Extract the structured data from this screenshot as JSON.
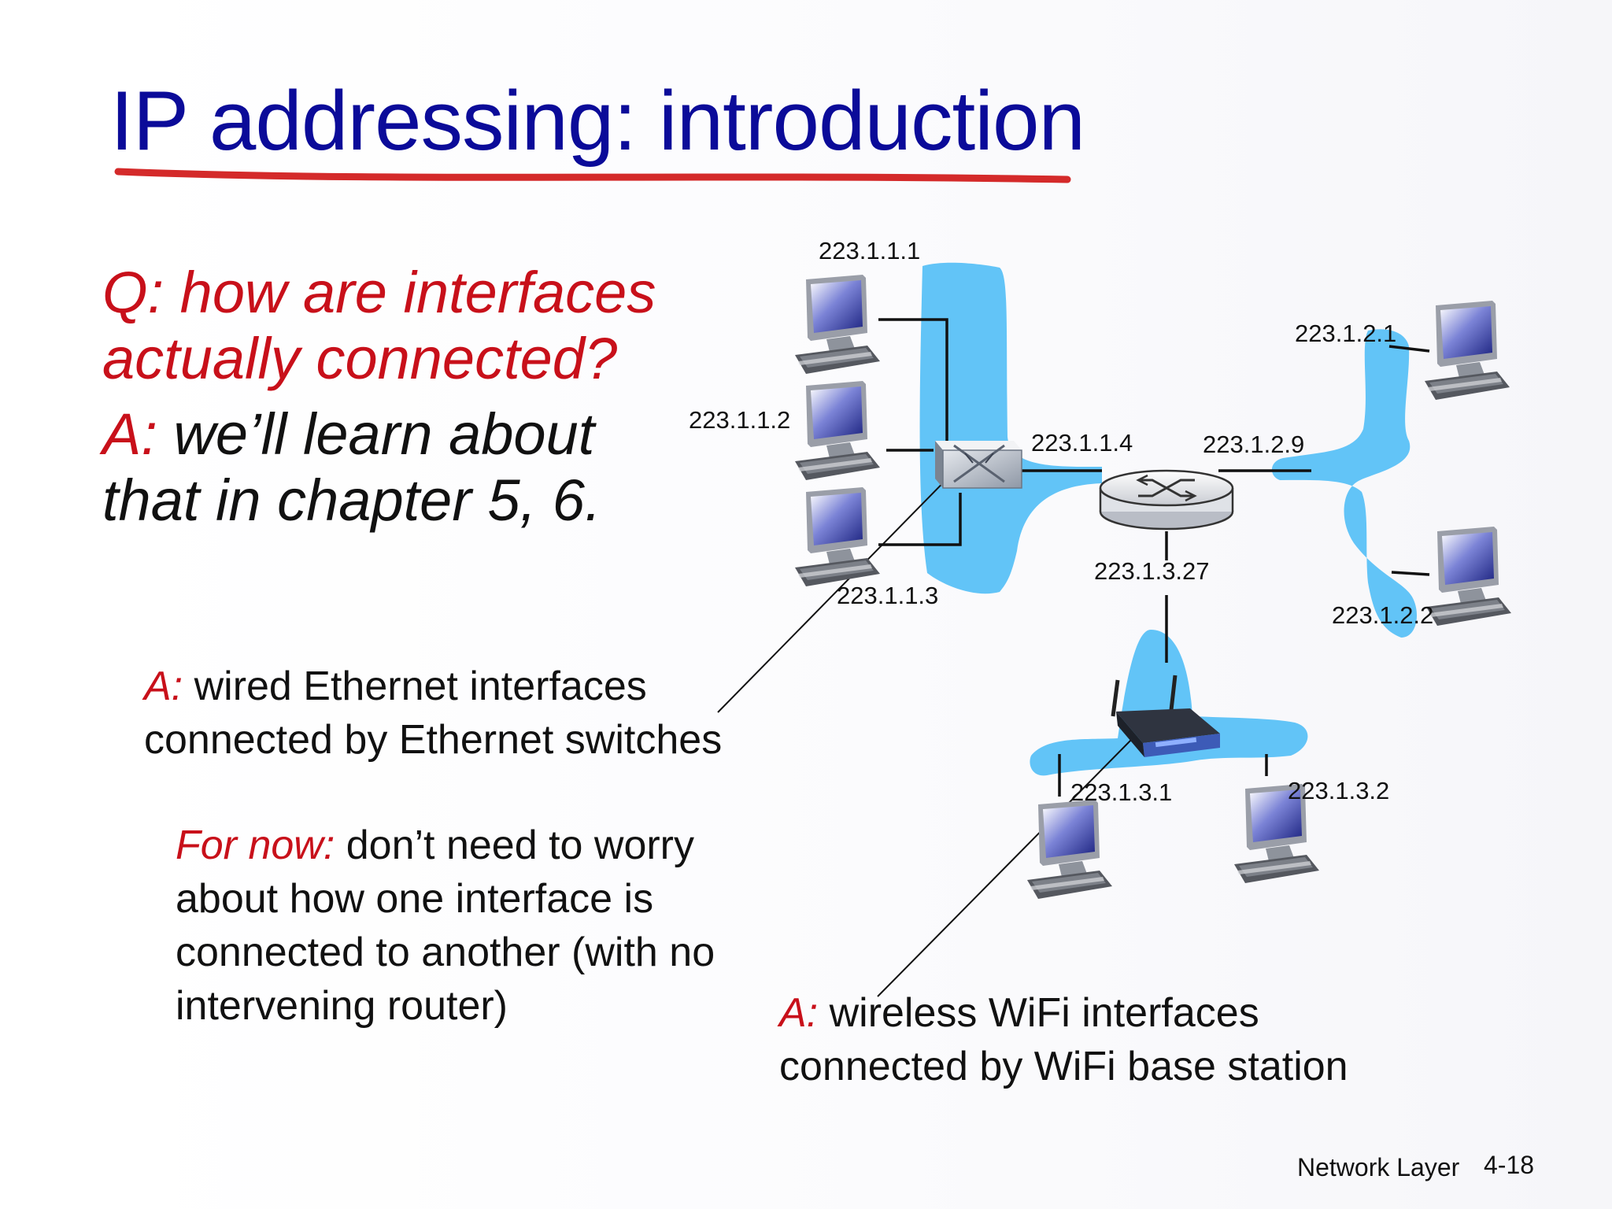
{
  "slide": {
    "title": "IP addressing: introduction",
    "question": [
      "Q: how are interfaces",
      "actually connected?"
    ],
    "answer_prefix": "A:",
    "answer_lines": [
      " we’ll learn about",
      "that in chapter 5, 6."
    ],
    "wired_prefix": "A:",
    "wired_lines": [
      " wired Ethernet interfaces",
      "connected by Ethernet switches"
    ],
    "fornow_prefix": "For now:",
    "fornow_lines": [
      " don’t need to worry",
      "about how one interface is",
      "connected to another (with no",
      "intervening router)"
    ],
    "wifi_prefix": "A:",
    "wifi_lines": [
      " wireless WiFi interfaces",
      "connected by WiFi base station"
    ]
  },
  "diagram": {
    "ip_labels": {
      "h111": "223.1.1.1",
      "h112": "223.1.1.2",
      "h113": "223.1.1.3",
      "r114": "223.1.1.4",
      "h121": "223.1.2.1",
      "r129": "223.1.2.9",
      "h122": "223.1.2.2",
      "r1327": "223.1.3.27",
      "h131": "223.1.3.1",
      "h132": "223.1.3.2"
    },
    "colors": {
      "subnet_fill": "#62c4f7",
      "title": "#0b0b99",
      "accent_red": "#c8101a",
      "underline": "#d42a2a"
    }
  },
  "footer": {
    "label": "Network Layer",
    "page": "4-18"
  }
}
